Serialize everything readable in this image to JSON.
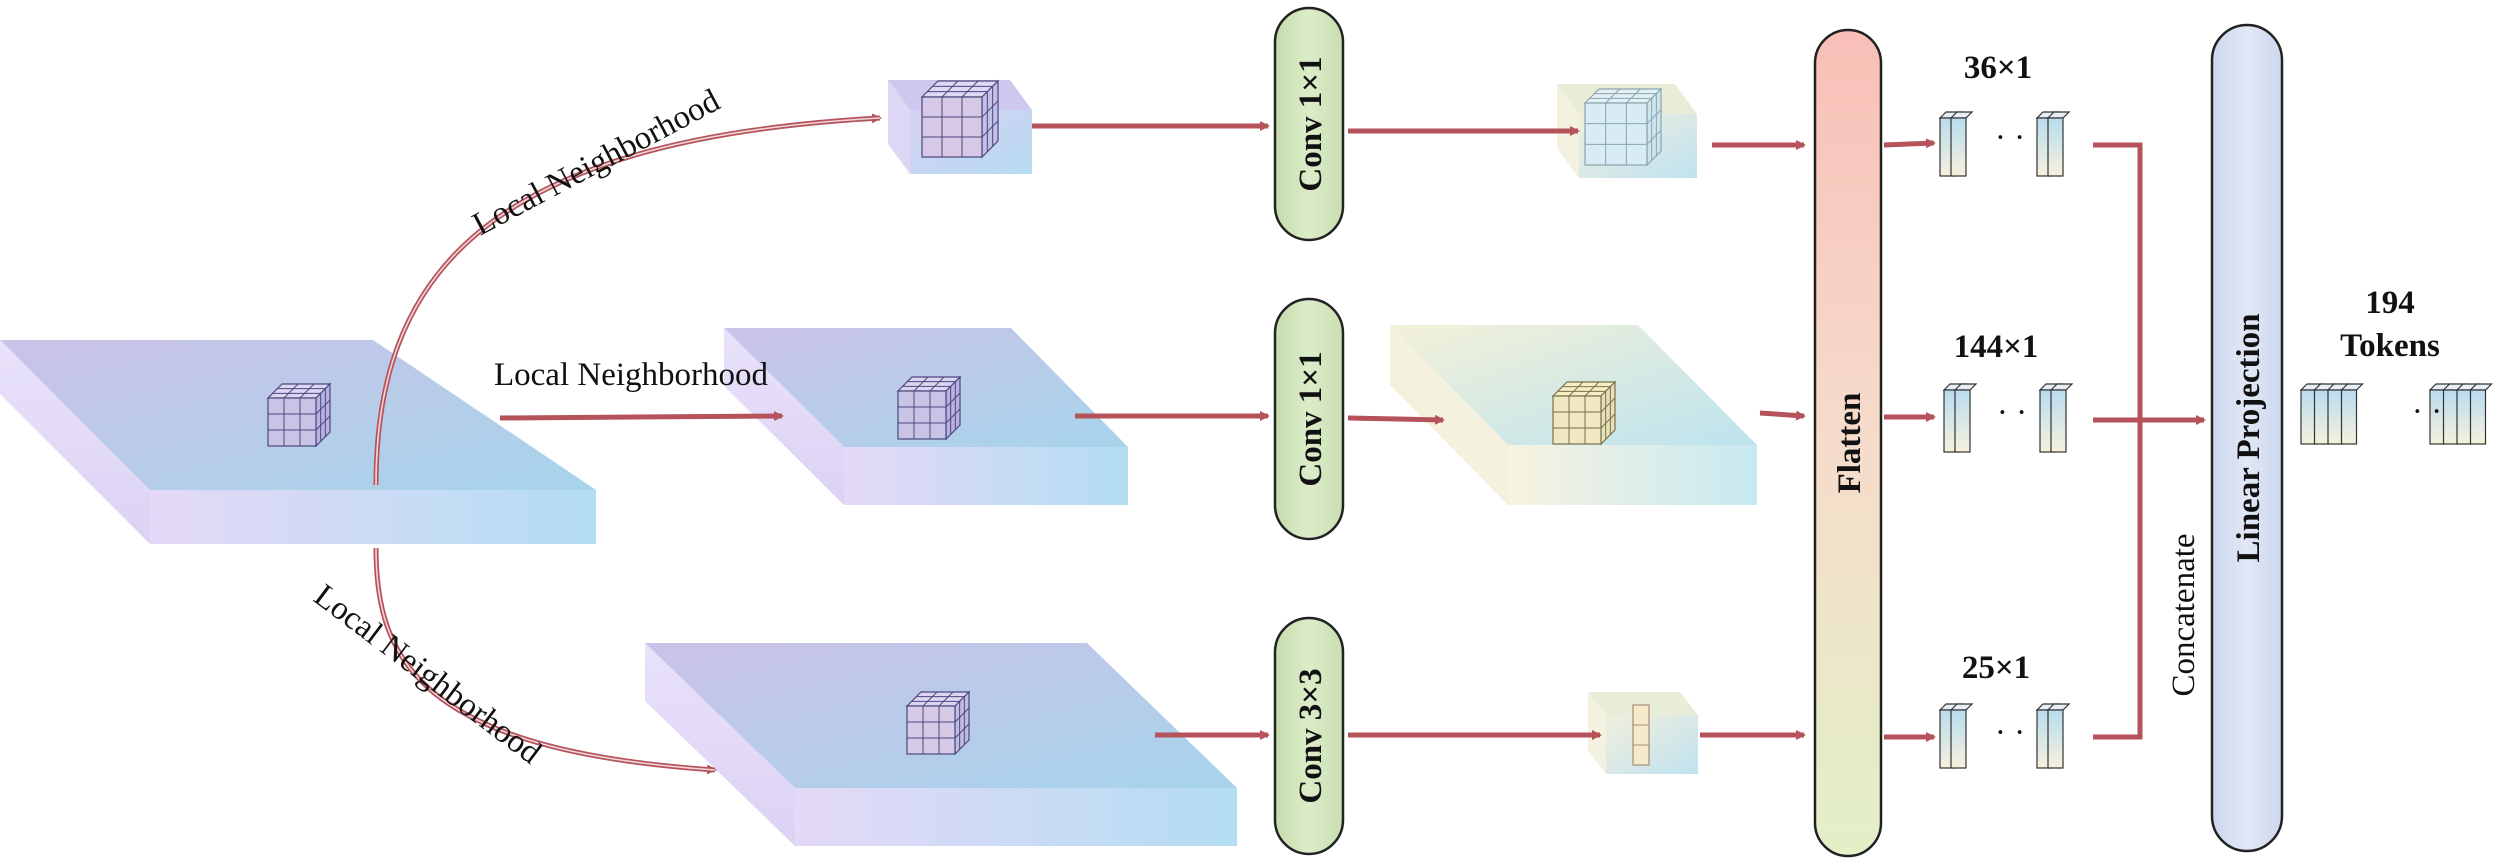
{
  "labels": {
    "local_neighborhood_top": "Local Neighborhood",
    "local_neighborhood_mid": "Local Neighborhood",
    "local_neighborhood_bottom": "Local Neighborhood",
    "conv_top": "Conv 1×1",
    "conv_mid": "Conv 1×1",
    "conv_bottom": "Conv 3×3",
    "flatten": "Flatten",
    "size_top": "36×1",
    "size_mid": "144×1",
    "size_bottom": "25×1",
    "concatenate": "Concatenate",
    "linear_projection": "Linear Projection",
    "tokens_count": "194",
    "tokens_word": "Tokens",
    "ellipsis": "· ·"
  },
  "colors": {
    "arrow": "#b5525a",
    "conv_fill": "#d6e8c4",
    "flatten_top": "#f9c9c2",
    "flatten_bottom": "#e3f2c8",
    "linear_projection_fill": "#d9e2f2",
    "slab_light": "#e0d7f4",
    "slab_dark": "#a9d6ee"
  }
}
